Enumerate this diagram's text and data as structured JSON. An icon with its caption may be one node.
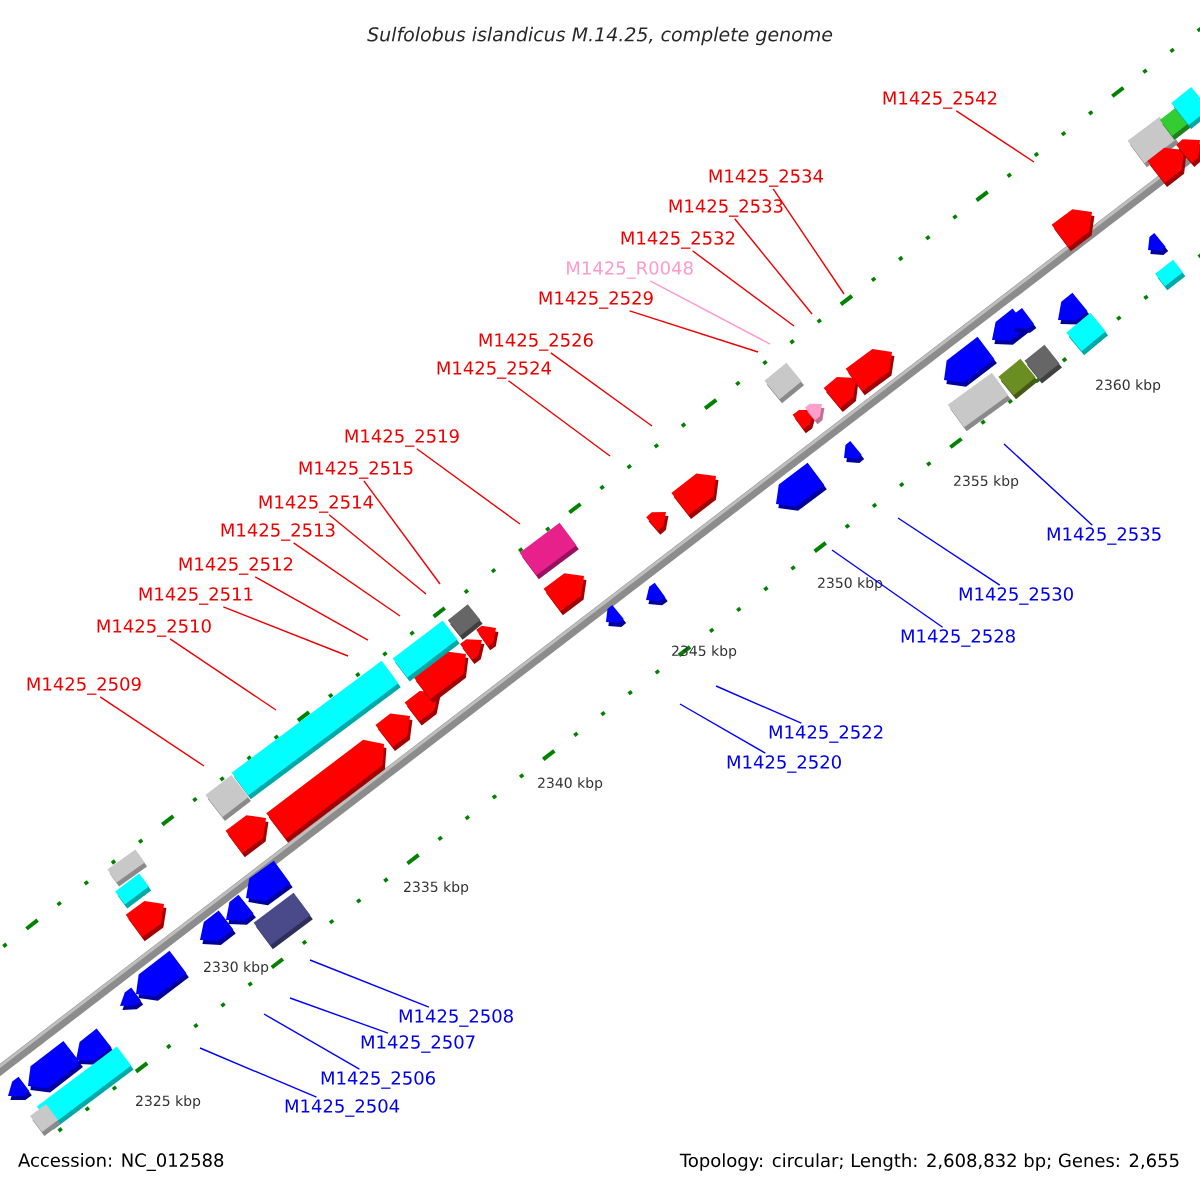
{
  "diagram": {
    "title": "Sulfolobus islandicus M.14.25, complete genome",
    "nodes": [
      {
        "text": [
          "M1425_2542"
        ]
      },
      {
        "text": [
          "M1425_2534"
        ]
      },
      {
        "text": [
          "M1425_2533"
        ]
      },
      {
        "text": [
          "M1425_2532"
        ]
      },
      {
        "text": [
          "M1425_R0048"
        ]
      },
      {
        "text": [
          "M1425_2529"
        ]
      },
      {
        "text": [
          "M1425_2526"
        ]
      },
      {
        "text": [
          "M1425_2524"
        ]
      },
      {
        "text": [
          "M1425_2519"
        ]
      },
      {
        "text": [
          "M1425_2515"
        ]
      },
      {
        "text": [
          "M1425_2514"
        ]
      },
      {
        "text": [
          "M1425_2513"
        ]
      },
      {
        "text": [
          "M1425_2512"
        ]
      },
      {
        "text": [
          "M1425_2511"
        ]
      },
      {
        "text": [
          "M1425_2510"
        ]
      },
      {
        "text": [
          "M1425_2509"
        ]
      },
      {
        "text": [
          "M1425_2535"
        ]
      },
      {
        "text": [
          "M1425_2530"
        ]
      },
      {
        "text": [
          "M1425_2528"
        ]
      },
      {
        "text": [
          "M1425_2522"
        ]
      },
      {
        "text": [
          "M1425_2520"
        ]
      },
      {
        "text": [
          "M1425_2508"
        ]
      },
      {
        "text": [
          "M1425_2507"
        ]
      },
      {
        "text": [
          "M1425_2506"
        ]
      },
      {
        "text": [
          "M1425_2504"
        ]
      }
    ],
    "edges": [
      {
        "from": 0,
        "to": null,
        "arrow": "none"
      },
      {
        "from": 1,
        "to": null,
        "arrow": "none"
      },
      {
        "from": 2,
        "to": null,
        "arrow": "none"
      },
      {
        "from": 3,
        "to": null,
        "arrow": "none"
      },
      {
        "from": 4,
        "to": null,
        "arrow": "none",
        "color": "#ff99cc"
      },
      {
        "from": 5,
        "to": null,
        "arrow": "none"
      },
      {
        "from": 6,
        "to": null,
        "arrow": "none"
      },
      {
        "from": 7,
        "to": null,
        "arrow": "none"
      },
      {
        "from": 8,
        "to": null,
        "arrow": "none"
      },
      {
        "from": 9,
        "to": null,
        "arrow": "none"
      },
      {
        "from": 10,
        "to": null,
        "arrow": "none"
      },
      {
        "from": 11,
        "to": null,
        "arrow": "none"
      },
      {
        "from": 12,
        "to": null,
        "arrow": "none"
      },
      {
        "from": 13,
        "to": null,
        "arrow": "none"
      },
      {
        "from": 14,
        "to": null,
        "arrow": "none"
      },
      {
        "from": 15,
        "to": null,
        "arrow": "none"
      },
      {
        "from": 16,
        "to": null,
        "arrow": "none",
        "color": "#0000ff"
      },
      {
        "from": 17,
        "to": null,
        "arrow": "none",
        "color": "#0000ff"
      },
      {
        "from": 18,
        "to": null,
        "arrow": "none",
        "color": "#0000ff"
      },
      {
        "from": 19,
        "to": null,
        "arrow": "none",
        "color": "#0000ff"
      },
      {
        "from": 20,
        "to": null,
        "arrow": "none",
        "color": "#0000ff"
      },
      {
        "from": 21,
        "to": null,
        "arrow": "none",
        "color": "#0000ff"
      },
      {
        "from": 22,
        "to": null,
        "arrow": "none",
        "color": "#0000ff"
      },
      {
        "from": 23,
        "to": null,
        "arrow": "none",
        "color": "#0000ff"
      },
      {
        "from": 24,
        "to": null,
        "arrow": "none",
        "color": "#0000ff"
      }
    ],
    "labels": [
      "2360 kbp",
      "2355 kbp",
      "2350 kbp",
      "2345 kbp",
      "2340 kbp",
      "2335 kbp",
      "2330 kbp",
      "2325 kbp",
      "Accession: NC_012588",
      "Topology: circular; Length: 2,608,832 bp; Genes: 2,655"
    ]
  }
}
